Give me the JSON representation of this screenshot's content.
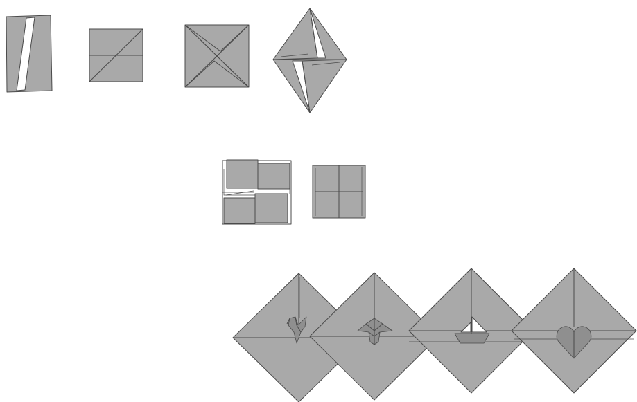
{
  "colors": {
    "paper": "#a9a9a9",
    "dark": "#8f8f8f",
    "line": "#4a4a4a",
    "white": "#ffffff",
    "background": "#ffffff"
  },
  "steps": [
    {
      "name": "rectangle-with-slit"
    },
    {
      "name": "square-four-panels"
    },
    {
      "name": "square-x-creases"
    },
    {
      "name": "kite-diamond"
    },
    {
      "name": "pinwheel-base"
    },
    {
      "name": "flat-square-fold"
    }
  ],
  "finished_models": [
    {
      "name": "crane-card",
      "motif": "crane-icon"
    },
    {
      "name": "lily-card",
      "motif": "flower-icon"
    },
    {
      "name": "sailboat-card",
      "motif": "sailboat-icon"
    },
    {
      "name": "heart-card",
      "motif": "heart-icon"
    }
  ]
}
